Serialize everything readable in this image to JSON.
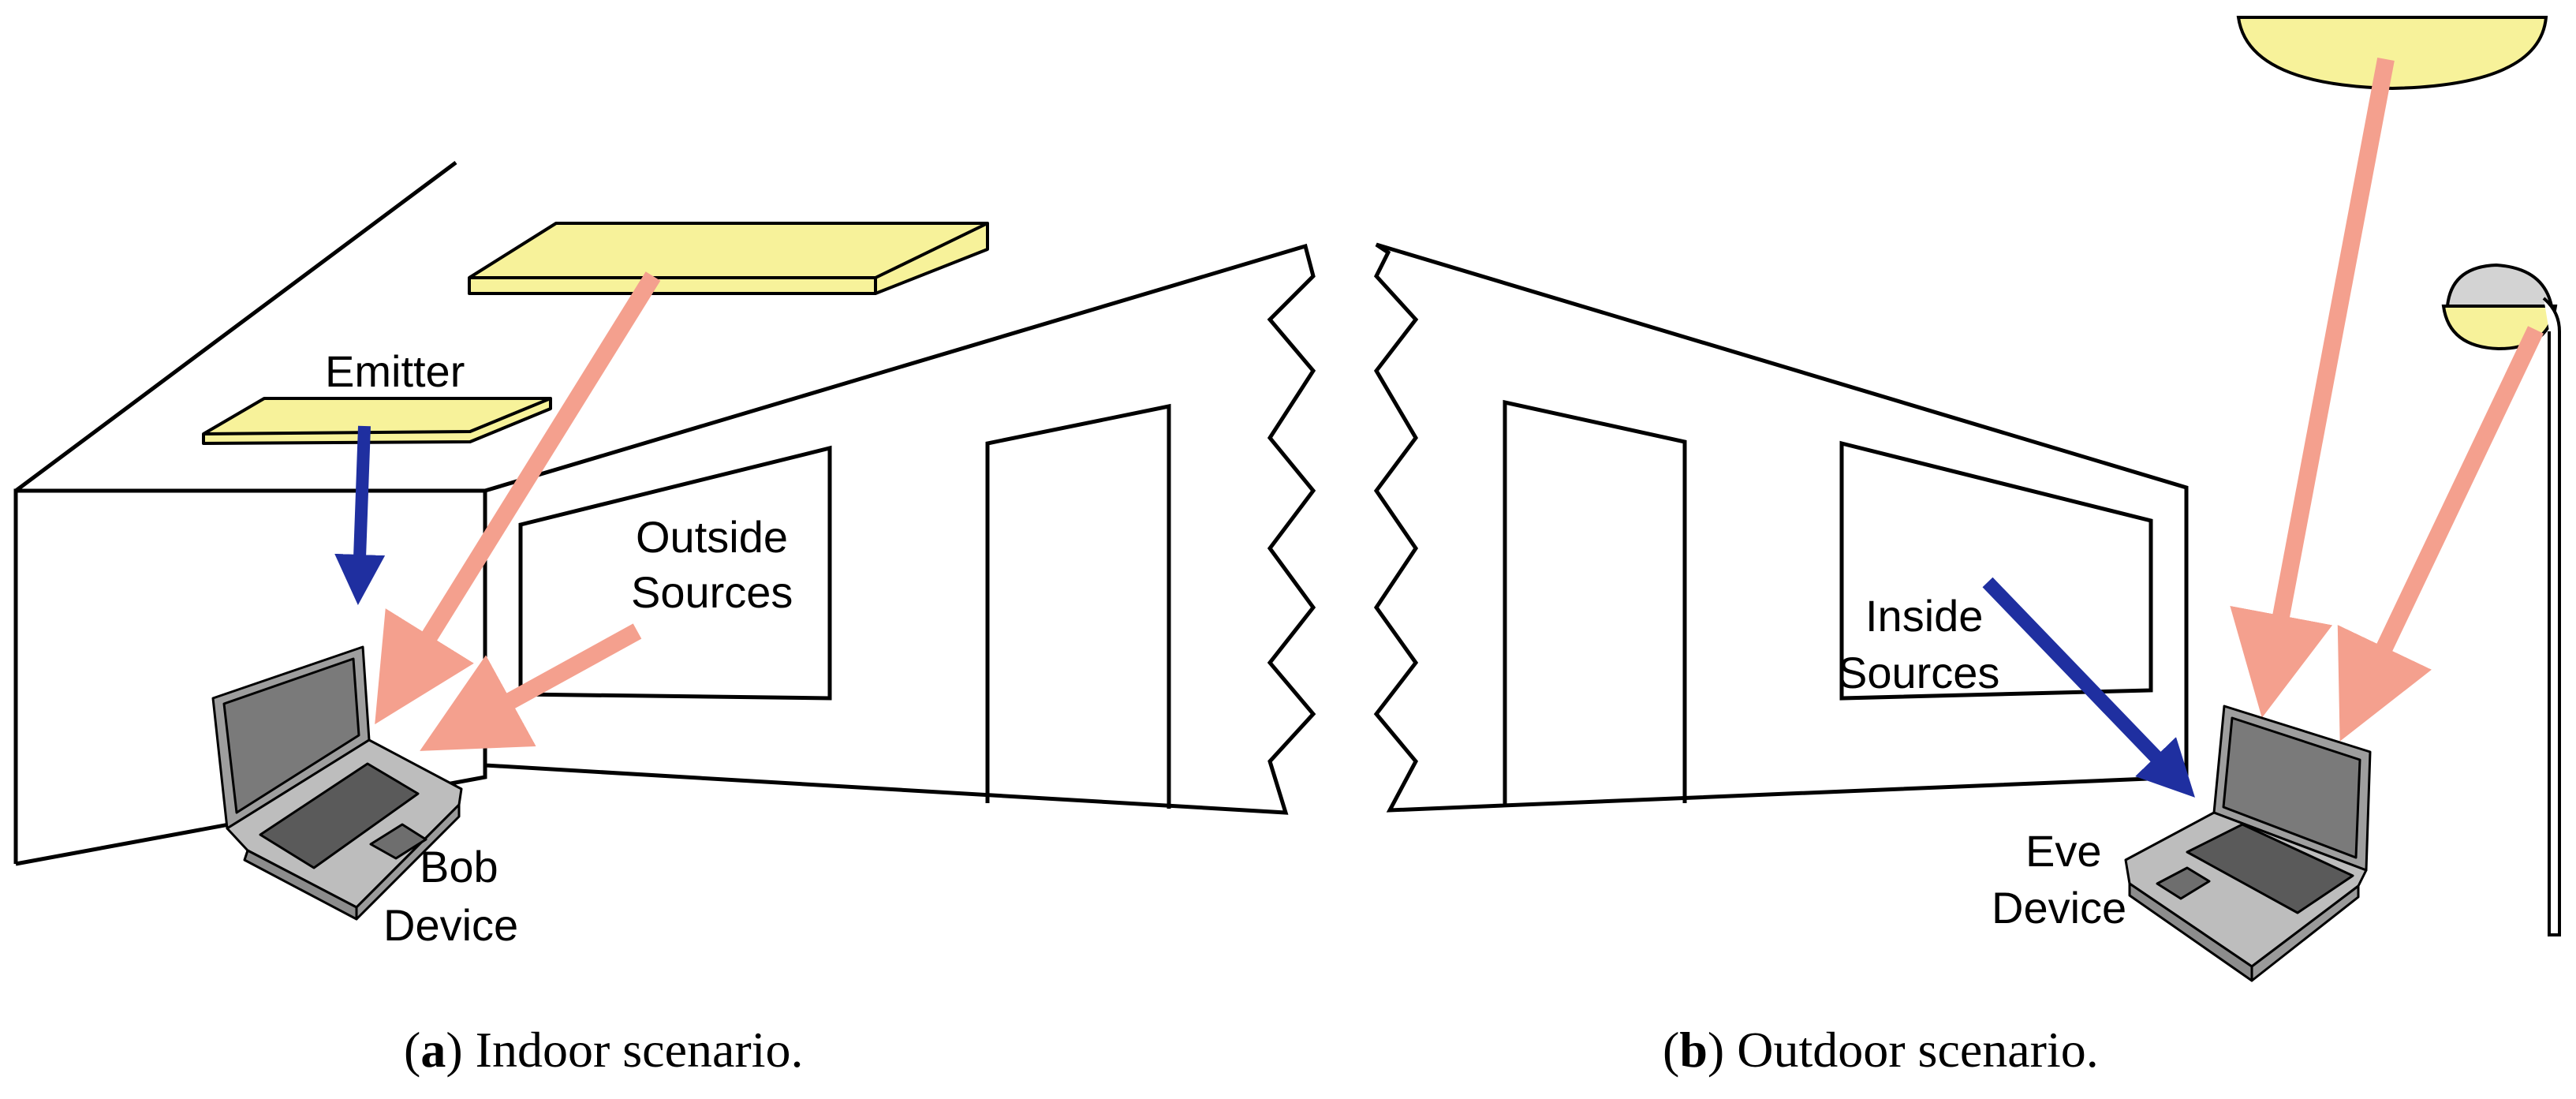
{
  "labels": {
    "emitter": "Emitter",
    "outside_line1": "Outside",
    "outside_line2": "Sources",
    "bob_line1": "Bob",
    "bob_line2": "Device",
    "inside_line1": "Inside",
    "inside_line2": "Sources",
    "eve_line1": "Eve",
    "eve_line2": "Device"
  },
  "captions": {
    "a": {
      "letter": "a",
      "text": " Indoor scenario."
    },
    "b": {
      "letter": "b",
      "text": " Outdoor scenario."
    }
  },
  "colors": {
    "lamp_fill": "#f7f29a",
    "lamp_hood": "#d3d3d3",
    "light_ray": "#f4a08e",
    "signal_arrow": "#1f2fa0",
    "laptop_body": "#b5b5b5",
    "laptop_screen": "#7a7a7a",
    "outline": "#000000"
  },
  "icons": [
    "laptop-icon",
    "ceiling-lamp-icon",
    "street-lamp-icon",
    "sun-lamp-icon"
  ]
}
